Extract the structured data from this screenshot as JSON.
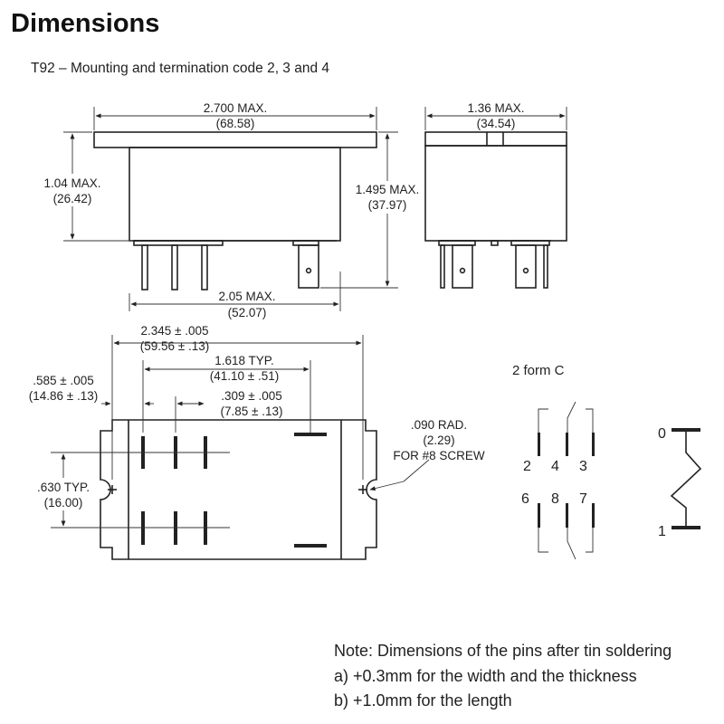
{
  "title": "Dimensions",
  "subtitle": "T92 – Mounting and termination code 2, 3 and 4",
  "dims": {
    "max_width_in": "2.700 MAX.",
    "max_width_mm": "(68.58)",
    "body_height_in": "1.04 MAX.",
    "body_height_mm": "(26.42)",
    "total_height_in": "1.495 MAX.",
    "total_height_mm": "(37.97)",
    "pin_span_in": "2.05 MAX.",
    "pin_span_mm": "(52.07)",
    "side_width_in": "1.36 MAX.",
    "side_width_mm": "(34.54)",
    "hole_span_in": "2.345 ± .005",
    "hole_span_mm": "(59.56 ± .13)",
    "typ_span_in": "1.618 TYP.",
    "typ_span_mm": "(41.10 ± .51)",
    "offset_in": ".585 ± .005",
    "offset_mm": "(14.86 ± .13)",
    "pitch_in": ".309 ± .005",
    "pitch_mm": "(7.85 ± .13)",
    "row_gap_in": ".630 TYP.",
    "row_gap_mm": "(16.00)",
    "radius_in": ".090 RAD.",
    "radius_mm": "(2.29)",
    "radius_note": "FOR #8 SCREW"
  },
  "schematic": {
    "form_label": "2 form C",
    "pins": [
      "2",
      "4",
      "3",
      "6",
      "8",
      "7"
    ],
    "coil_pins": [
      "0",
      "1"
    ]
  },
  "note": {
    "line1": "Note: Dimensions of the pins after tin soldering",
    "line2": "a) +0.3mm for the width and the thickness",
    "line3": "b) +1.0mm for the length"
  }
}
